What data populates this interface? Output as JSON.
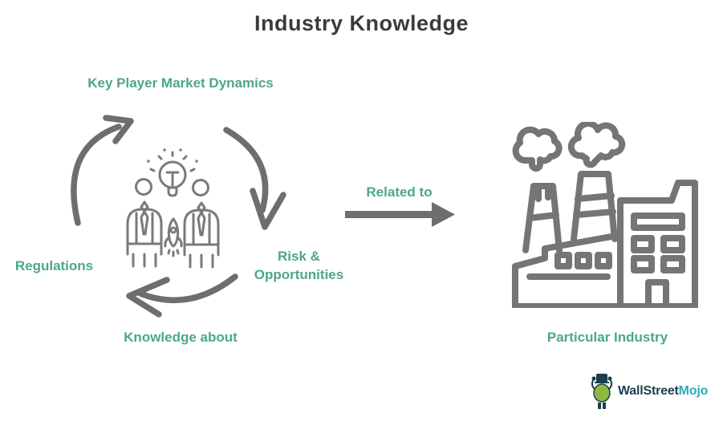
{
  "title": "Industry Knowledge",
  "cycle": {
    "top_label": "Key Player Market Dynamics",
    "right_label": "Risk & Opportunities",
    "bottom_label": "Knowledge about",
    "left_label": "Regulations",
    "center_icon": "team-idea-rocket-icon"
  },
  "relation": {
    "label": "Related to",
    "arrow_icon": "right-arrow-icon"
  },
  "industry": {
    "icon": "factory-icon",
    "label": "Particular Industry"
  },
  "logo": {
    "brand_primary": "WallStreet",
    "brand_secondary": "Mojo",
    "icon": "mojo-mascot-icon"
  },
  "colors": {
    "teal_text": "#4da68c",
    "arrow_gray": "#6e6e6e",
    "icon_gray": "#757575",
    "title_dark": "#3b3b3b",
    "logo_dark": "#1d3e4e",
    "logo_teal": "#2aacb8"
  }
}
